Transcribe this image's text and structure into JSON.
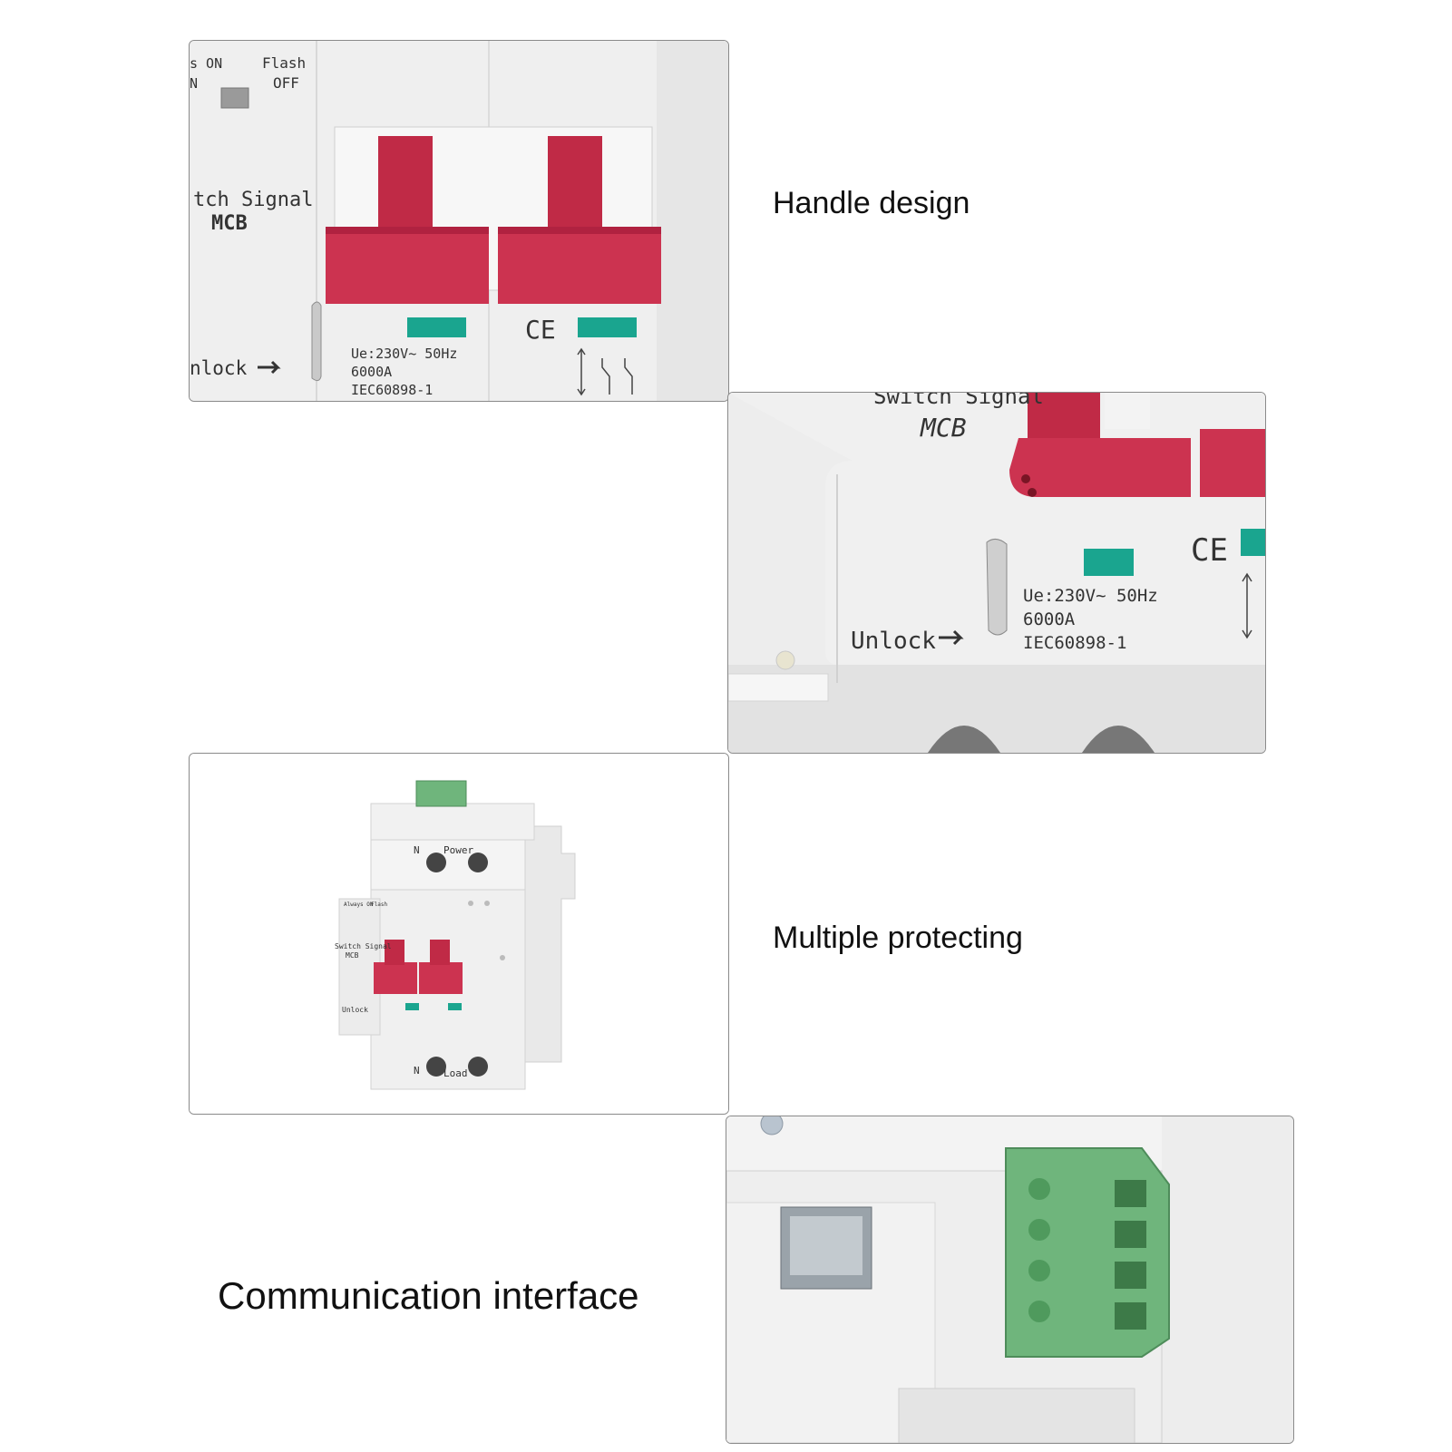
{
  "captions": {
    "handle_design": "Handle design",
    "multiple_protecting": "Multiple protecting",
    "communication_interface": "Communication interface"
  },
  "panel1": {
    "always_on": "s ON",
    "n_mark": "N",
    "flash": "Flash",
    "off": "OFF",
    "switch_signal": "tch Signal",
    "mcb": "MCB",
    "unlock": "nlock",
    "ue": "Ue:230V~  50Hz",
    "current": "6000A",
    "standard": "IEC60898-1",
    "ce": "CE"
  },
  "panel2": {
    "switch_signal": "Switch Signal",
    "mcb": "MCB",
    "unlock": "Unlock",
    "ue": "Ue:230V~  50Hz",
    "current": "6000A",
    "standard": "IEC60898-1",
    "ce": "CE"
  },
  "panel3": {
    "n_top": "N",
    "power": "Power",
    "always_on": "Always ON",
    "flash": "Flash",
    "switch_signal": "Switch Signal",
    "mcb": "MCB",
    "unlock": "Unlock",
    "n_bottom": "N",
    "load": "Load"
  },
  "colors": {
    "handle_red": "#c8304e",
    "indicator_teal": "#1aa58f",
    "terminal_green": "#6fb57c",
    "housing_gray": "#ececec"
  }
}
